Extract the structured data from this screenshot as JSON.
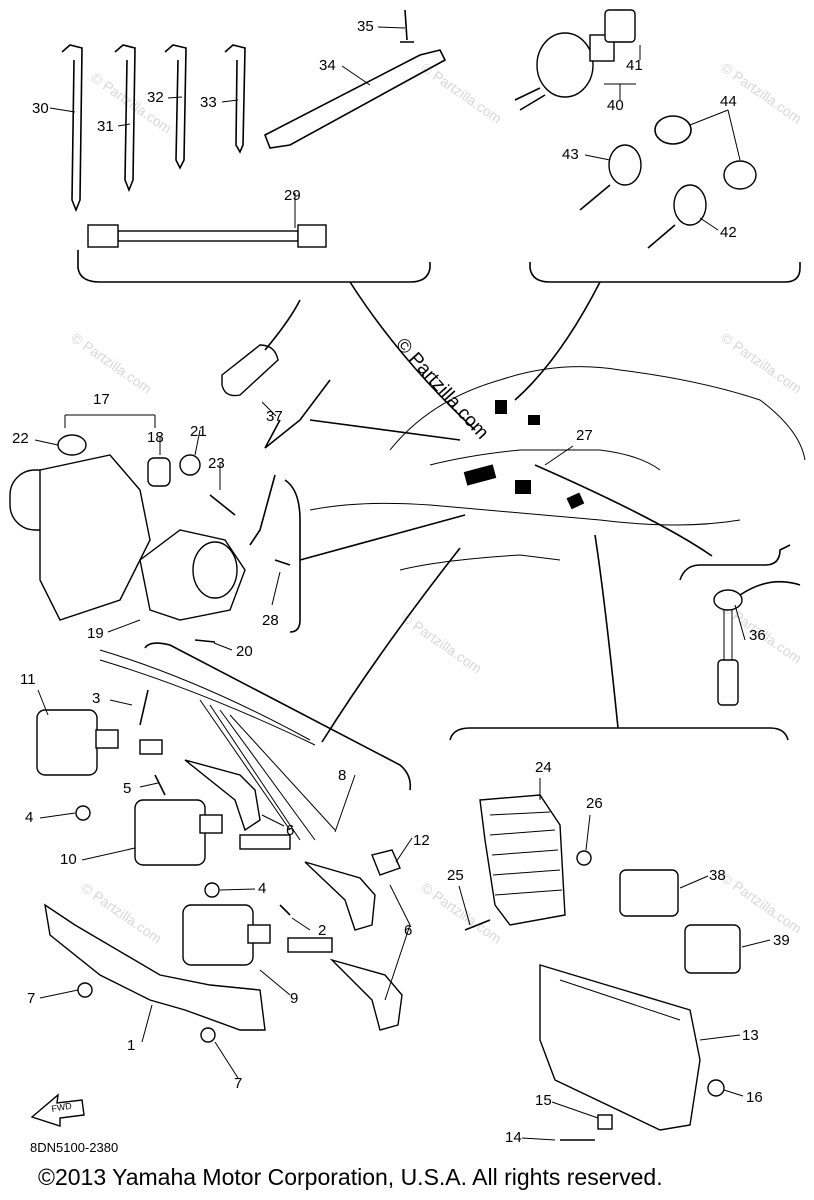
{
  "watermark": "© Partzilla.com",
  "watermark_small": "© Partzilla.com",
  "diagram_code": "8DN5100-2380",
  "fwd_label": "FWD",
  "copyright": "©2013  Yamaha Motor Corporation, U.S.A. All rights reserved.",
  "callouts": [
    "1",
    "2",
    "3",
    "4",
    "4",
    "5",
    "6",
    "6",
    "7",
    "7",
    "8",
    "9",
    "10",
    "11",
    "12",
    "13",
    "14",
    "15",
    "16",
    "17",
    "18",
    "19",
    "20",
    "21",
    "22",
    "23",
    "24",
    "25",
    "26",
    "27",
    "28",
    "29",
    "30",
    "31",
    "32",
    "33",
    "34",
    "35",
    "36",
    "37",
    "38",
    "39",
    "40",
    "41",
    "42",
    "43",
    "44"
  ]
}
